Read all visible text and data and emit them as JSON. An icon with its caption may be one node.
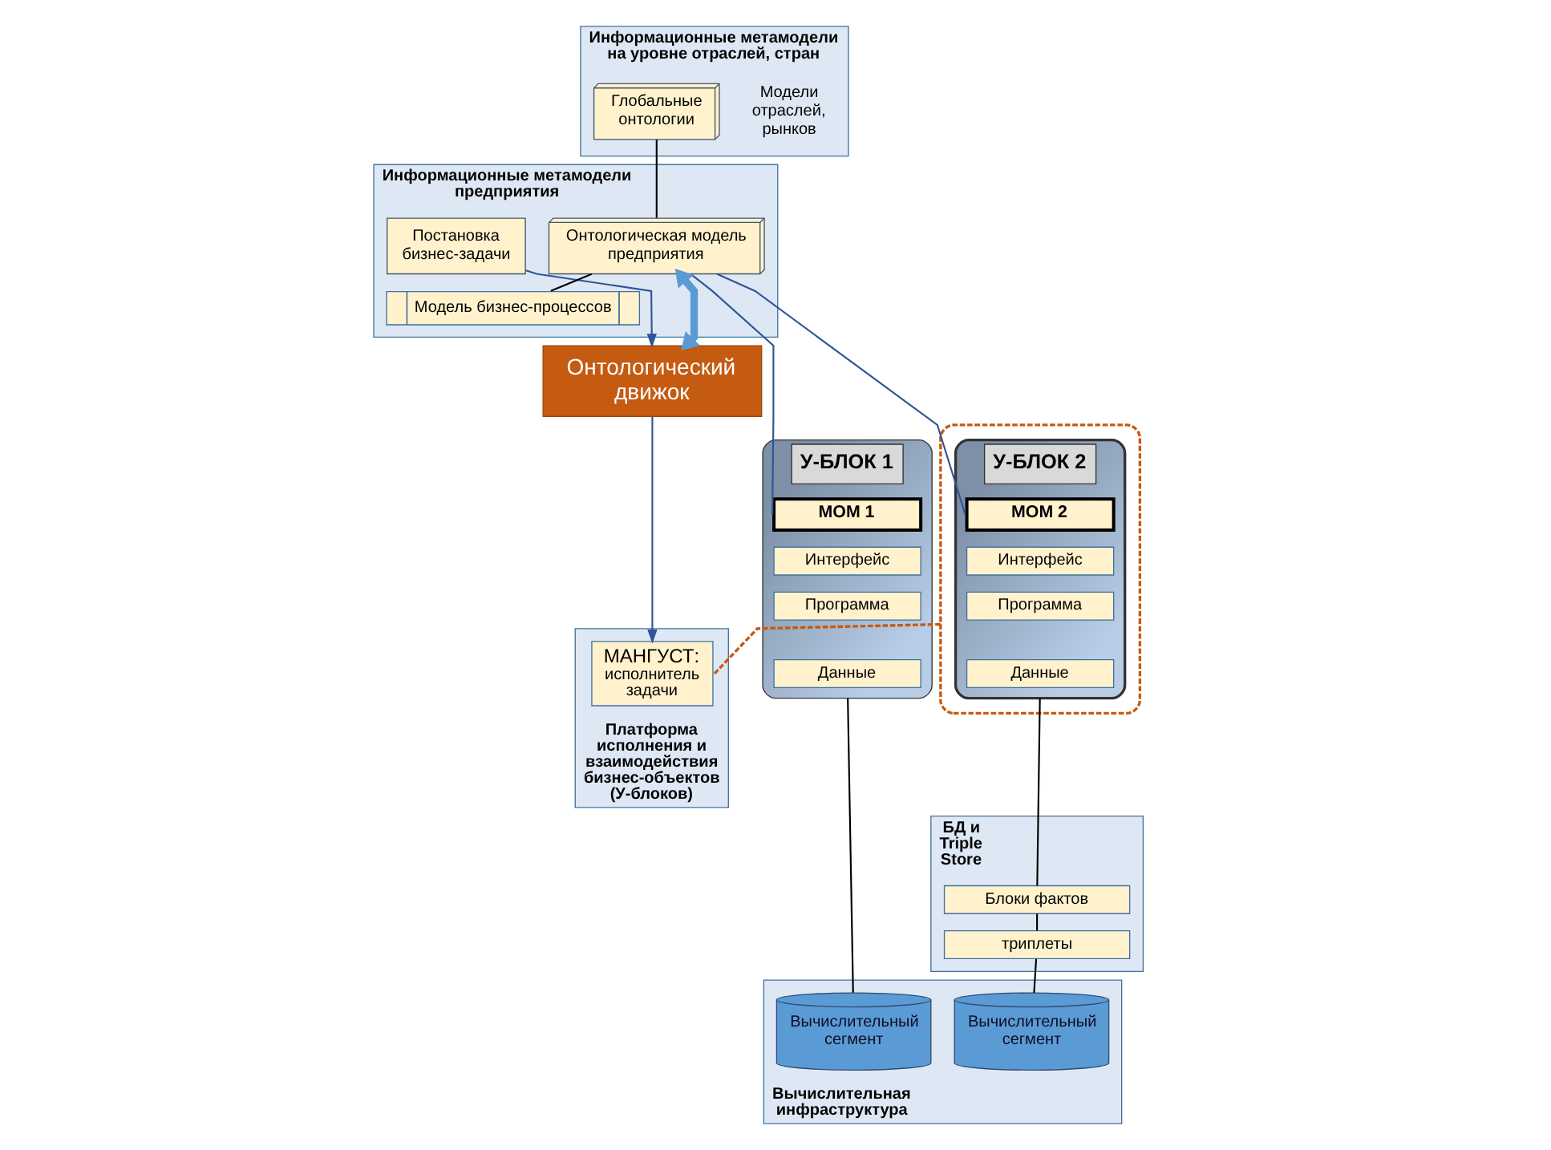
{
  "diagram": {
    "nodes": [
      {
        "text": [
          "Информационные метамодели на уровне отраслей, стран"
        ]
      },
      {
        "text": [
          "Глобальные онтологии"
        ],
        "in": 0,
        "beside": [
          "Модели отраслей, рынков"
        ]
      },
      {
        "text": [
          "Информационные метамодели предприятия"
        ]
      },
      {
        "text": [
          "Онтологическая модель предприятия"
        ],
        "in": 2
      },
      {
        "text": [
          "Постановка бизнес-задачи"
        ],
        "in": 2
      },
      {
        "text": [
          "Модель бизнес-процессов"
        ],
        "in": 2
      },
      {
        "text": [
          "Онтологический движок"
        ]
      },
      {
        "text": [
          "Платформа исполнения и взаимодействия бизнес-объектов (У-блоков)"
        ]
      },
      {
        "text": [
          "МАНГУСТ:",
          "исполнитель задачи"
        ],
        "in": 7
      },
      {
        "text": [],
        "shape": "box"
      },
      {
        "text": [
          "У-БЛОК 1"
        ]
      },
      {
        "text": [
          "MOM 1"
        ],
        "in": 10
      },
      {
        "text": [
          "Интерфейс"
        ],
        "in": 10
      },
      {
        "text": [
          "Программа"
        ],
        "in": 10
      },
      {
        "text": [
          "Данные"
        ],
        "in": 10
      },
      {
        "text": [
          "У-БЛОК 2"
        ],
        "in": 9
      },
      {
        "text": [
          "MOM 2"
        ],
        "in": 15
      },
      {
        "text": [
          "Интерфейс"
        ],
        "in": 15
      },
      {
        "text": [
          "Программа"
        ],
        "in": 15
      },
      {
        "text": [
          "Данные"
        ],
        "in": 15
      },
      {
        "text": [
          "БД и Triple Store"
        ]
      },
      {
        "text": [
          "Блоки фактов"
        ],
        "in": 20
      },
      {
        "text": [
          "триплеты"
        ],
        "in": 20
      },
      {
        "text": [
          "Вычислительная инфраструктура"
        ]
      },
      {
        "text": [
          "Вычислительный сегмент"
        ],
        "in": 23
      },
      {
        "text": [
          "Вычислительный сегмент"
        ],
        "in": 23
      }
    ],
    "edges": [
      {
        "from": 1,
        "to": 3,
        "arrow": "none"
      },
      {
        "from": 3,
        "to": 5,
        "arrow": "none"
      },
      {
        "from": 4,
        "to": 6,
        "arrow": "to",
        "color": "#2f5597"
      },
      {
        "from": 6,
        "to": 3,
        "arrow": "both",
        "style": "thick",
        "color": "#5b9bd5"
      },
      {
        "from": 6,
        "to": 8,
        "arrow": "to",
        "color": "#2f5597"
      },
      {
        "from": 3,
        "to": 11,
        "arrow": "none",
        "color": "#2f5597"
      },
      {
        "from": 3,
        "to": 16,
        "arrow": "none",
        "color": "#2f5597"
      },
      {
        "from": 8,
        "to": 9,
        "arrow": "none",
        "style": "dashed",
        "color": "#c55a11"
      },
      {
        "from": 10,
        "to": 24,
        "arrow": "none"
      },
      {
        "from": 15,
        "to": 21,
        "arrow": "none"
      },
      {
        "from": 21,
        "to": 22,
        "arrow": "none"
      },
      {
        "from": 22,
        "to": 25,
        "arrow": "none"
      }
    ]
  }
}
